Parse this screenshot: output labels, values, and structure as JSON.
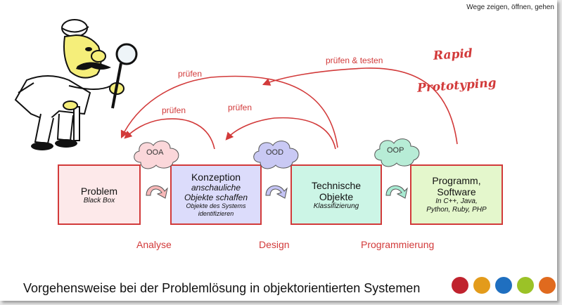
{
  "corner_text": "Wege zeigen, öffnen, gehen",
  "title_rapid": [
    "Rapid",
    "Prototyping"
  ],
  "boxes": [
    {
      "title": "Problem",
      "sub": "Black Box",
      "fill": "#fde9ea"
    },
    {
      "title": "Konzeption",
      "sub": "anschauliche Objekte schaffen",
      "detail": "Objekte des Systems identifizieren",
      "fill": "#dcdcfb"
    },
    {
      "title": "Technische Objekte",
      "sub": "Klassifizierung",
      "fill": "#ccf5e6"
    },
    {
      "title": "Programm, Software",
      "sub": "In C++, Java, Python, Ruby, PHP",
      "fill": "#e4f7cc"
    }
  ],
  "clouds": [
    "OOA",
    "OOD",
    "OOP"
  ],
  "arrow_labels": [
    "prüfen",
    "prüfen",
    "prüfen",
    "prüfen & testen"
  ],
  "phases": [
    "Analyse",
    "Design",
    "Programmierung"
  ],
  "footer": "Vorgehensweise bei der Problemlösung in objektorientierten Systemen",
  "dot_colors": [
    "#c0232e",
    "#e39b1b",
    "#1f6fc0",
    "#9bc227",
    "#e06a1e"
  ],
  "colors": {
    "accent": "#d23a3a"
  }
}
